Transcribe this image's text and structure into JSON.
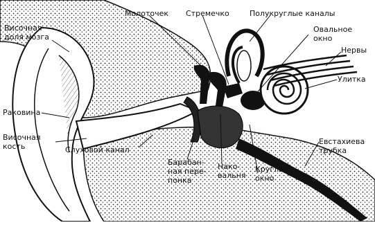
{
  "labels": {
    "temporal_lobe": "Височная\nдоля мозга",
    "hammer": "Молоточек",
    "stirrup": "Стремечко",
    "semicircular_canals": "Полукруглые каналы",
    "oval_window": "Овальное\nокно",
    "nerves": "Нервы",
    "cochlea": "Улитка",
    "auricle": "Раковина",
    "temporal_bone": "Височная\nкость",
    "ear_canal": "Слуховой канал",
    "eardrum": "Барабан-\nная пере-\nпонка",
    "anvil": "Нако-\nвальня",
    "round_window": "Круглое\nокно",
    "eustachian_tube": "Евстахиева\nтрубка"
  }
}
